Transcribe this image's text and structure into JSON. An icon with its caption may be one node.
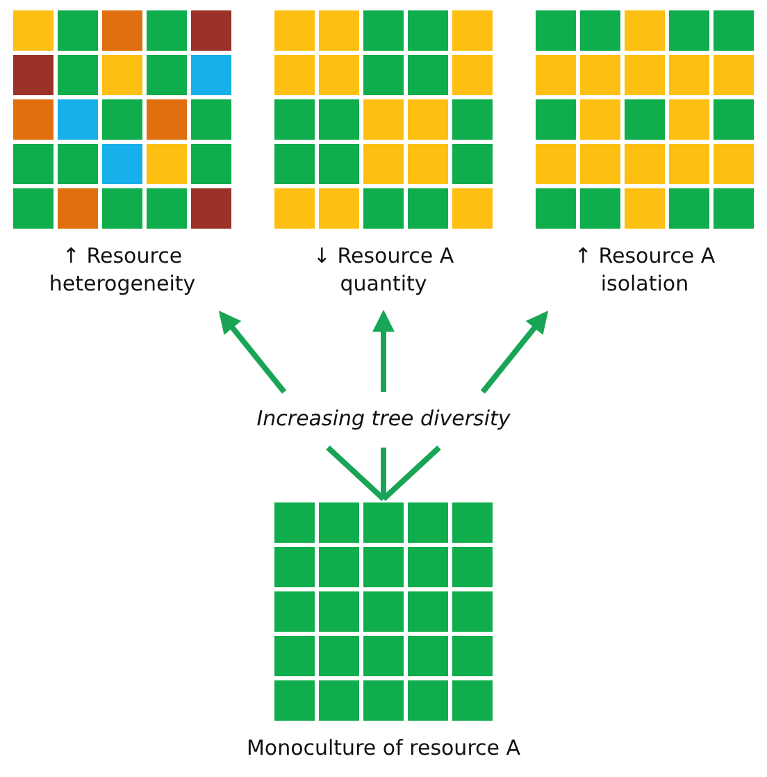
{
  "diagram": {
    "nodes": [
      {
        "text": [
          "↑ Resource heterogeneity"
        ]
      },
      {
        "text": [
          "↓ Resource A quantity"
        ]
      },
      {
        "text": [
          "↑ Resource A isolation"
        ]
      },
      {
        "text": [
          "Increasing tree diversity"
        ]
      },
      {
        "text": [
          "Monoculture of resource A"
        ]
      }
    ],
    "edges": [
      {
        "from": 3,
        "to": 0,
        "arrow": "to"
      },
      {
        "from": 3,
        "to": 1,
        "arrow": "to"
      },
      {
        "from": 3,
        "to": 2,
        "arrow": "to"
      },
      {
        "from": 4,
        "to": 3,
        "arrow": "none"
      }
    ]
  }
}
